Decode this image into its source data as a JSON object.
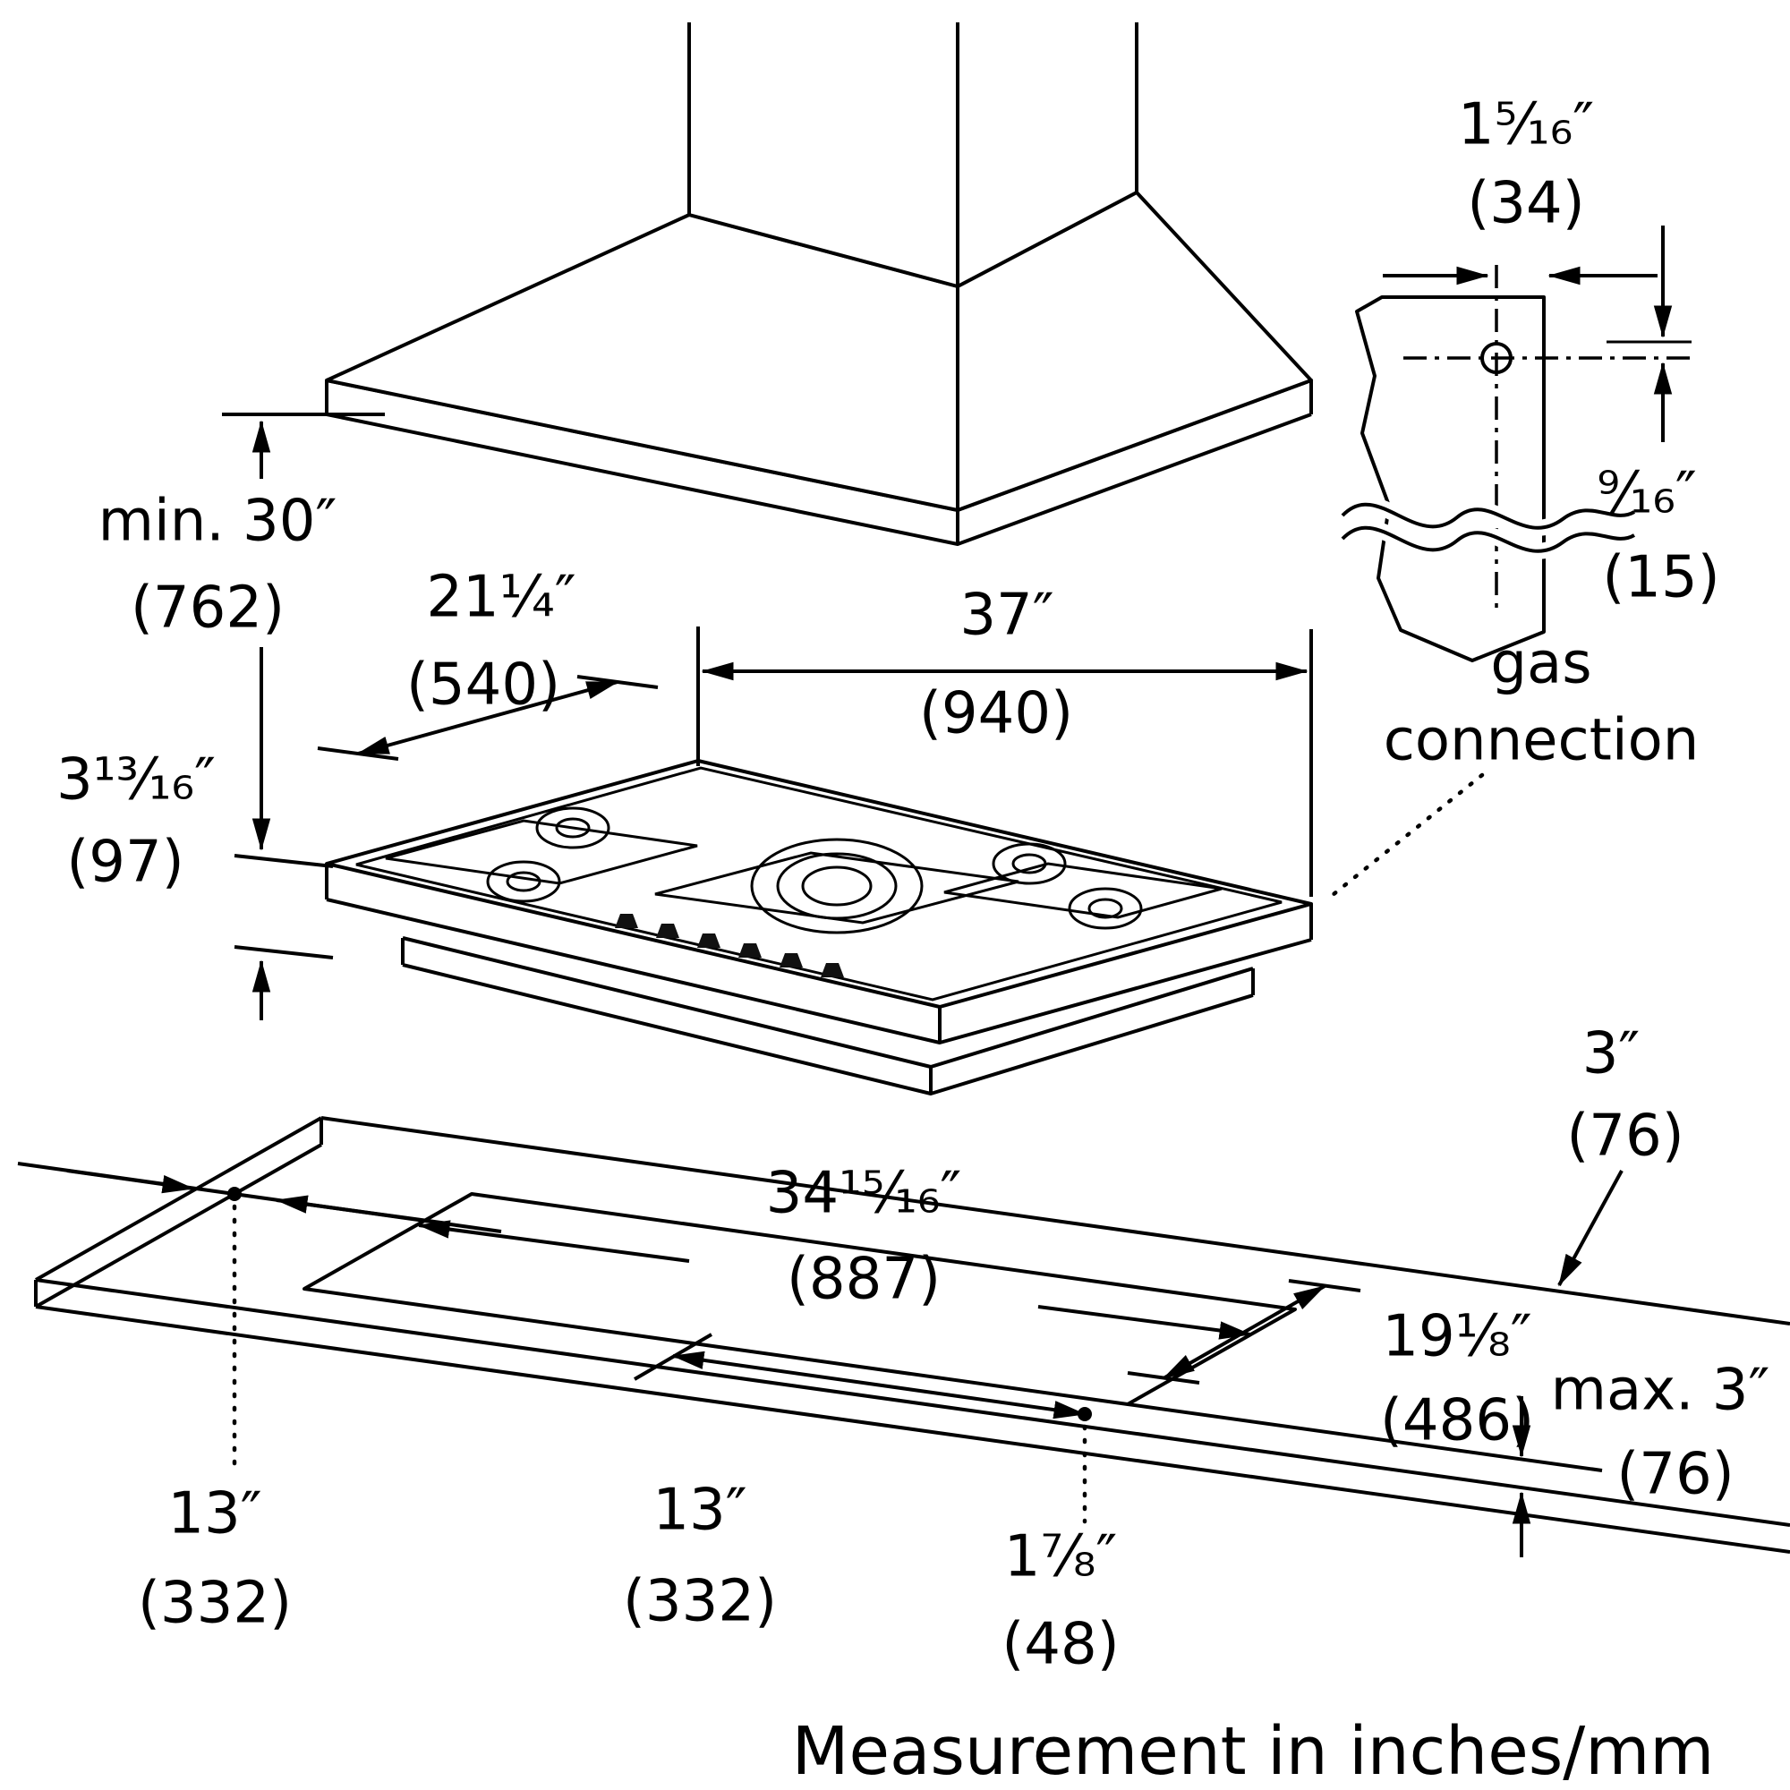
{
  "footer": "Measurement in inches/mm",
  "gas_connection_label": {
    "line1": "gas",
    "line2": "connection"
  },
  "dimensions": {
    "hood_clearance": {
      "in": "min. 30″",
      "mm": "(762)"
    },
    "cooktop_depth": {
      "in": "21¹⁄₄″",
      "mm": "(540)"
    },
    "cooktop_width": {
      "in": "37″",
      "mm": "(940)"
    },
    "cooktop_height": {
      "in": "3¹³⁄₁₆″",
      "mm": "(97)"
    },
    "gas_offset_horizontal": {
      "in": "1⁵⁄₁₆″",
      "mm": "(34)"
    },
    "gas_offset_vertical": {
      "in": "⁹⁄₁₆″",
      "mm": "(15)"
    },
    "rear_clearance": {
      "in": "3″",
      "mm": "(76)"
    },
    "cutout_width": {
      "in": "34¹⁵⁄₁₆″",
      "mm": "(887)"
    },
    "cutout_depth": {
      "in": "19¹⁄₈″",
      "mm": "(486)"
    },
    "front_clearance": {
      "in": "max. 3″",
      "mm": "(76)"
    },
    "gas_pos_from_left": {
      "in": "13″",
      "mm": "(332)"
    },
    "gas_pos_from_cutout": {
      "in": "13″",
      "mm": "(332)"
    },
    "gas_pos_from_front": {
      "in": "1⁷⁄₈″",
      "mm": "(48)"
    }
  },
  "colors": {
    "line": "#000000",
    "background": "#ffffff"
  }
}
